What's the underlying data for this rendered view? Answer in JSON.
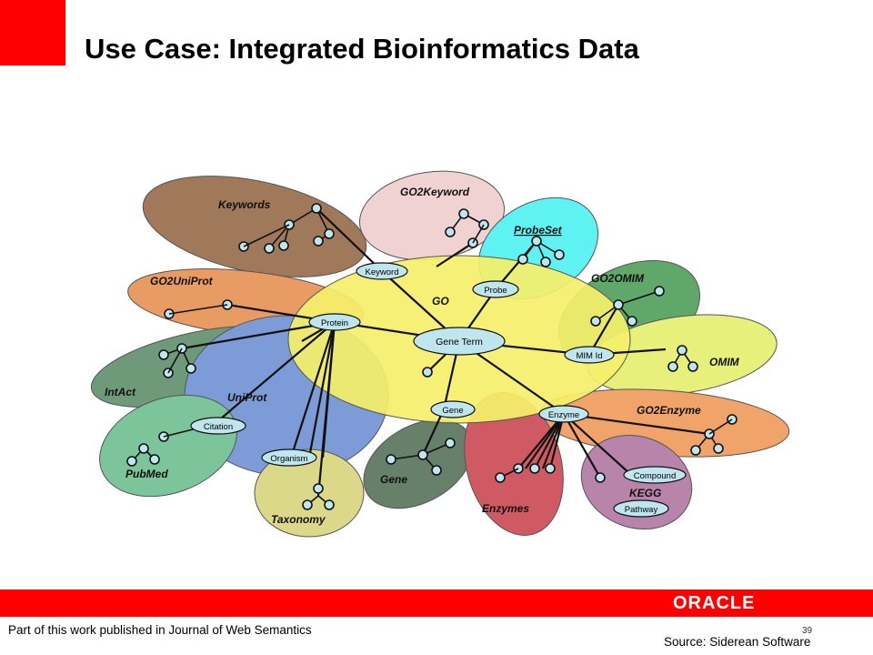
{
  "slide": {
    "title": "Use Case: Integrated Bioinformatics Data",
    "footnote": "Part of this work published in Journal of Web Semantics",
    "page_number": "39",
    "source": "Source: Siderean Software",
    "logo_text": "ORACLE"
  },
  "diagram": {
    "clusters": {
      "keywords": "Keywords",
      "go2keyword": "GO2Keyword",
      "probeset": "ProbeSet",
      "go2uniprot": "GO2UniProt",
      "go": "GO",
      "go2omim": "GO2OMIM",
      "intact": "IntAct",
      "uniprot": "UniProt",
      "omim": "OMIM",
      "go2enzyme": "GO2Enzyme",
      "pubmed": "PubMed",
      "gene": "Gene",
      "taxonomy": "Taxonomy",
      "enzymes": "Enzymes",
      "kegg": "KEGG"
    },
    "nodes": {
      "keyword": "Keyword",
      "probe": "Probe",
      "protein": "Protein",
      "gene_term": "Gene Term",
      "mim_id": "MIM Id",
      "citation": "Citation",
      "gene": "Gene",
      "enzyme": "Enzyme",
      "organism": "Organism",
      "compound": "Compound",
      "pathway": "Pathway"
    },
    "colors": {
      "accent_red": "#ff0000",
      "go": "#f5f06a",
      "keywords": "#a0785a",
      "go2keyword": "#f0d2d2",
      "probeset": "#5ef2f2",
      "go2uniprot": "#e89c64",
      "go2omim": "#5fa86a",
      "intact": "#6e9a7a",
      "uniprot": "#7d9bd6",
      "omim": "#e6f07a",
      "go2enzyme": "#f0a46a",
      "pubmed": "#7cc49a",
      "gene": "#66806a",
      "taxonomy": "#dcd88a",
      "enzymes": "#d05a64",
      "kegg": "#b884aa",
      "node": "#bfe6ee"
    }
  }
}
